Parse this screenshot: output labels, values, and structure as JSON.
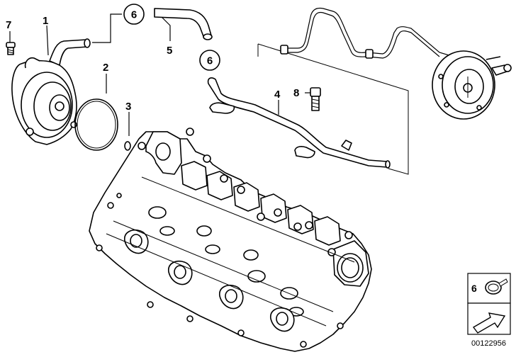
{
  "callouts": {
    "c7": "7",
    "c1": "1",
    "c2": "2",
    "c3": "3",
    "c6a": "6",
    "c5": "5",
    "c6b": "6",
    "c4": "4",
    "c8": "8"
  },
  "legend": {
    "label": "6"
  },
  "diagram_code": "00122956"
}
